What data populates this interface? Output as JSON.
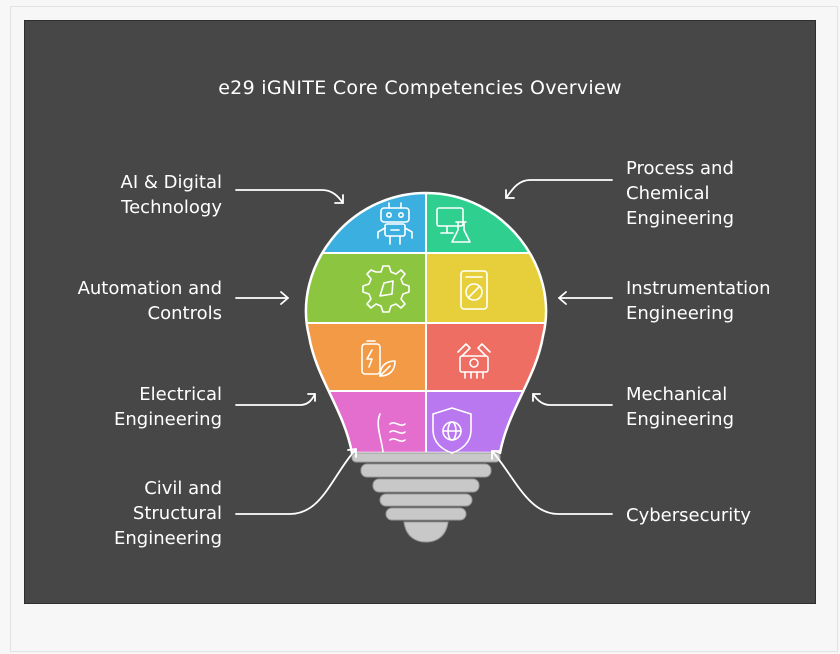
{
  "title": "e29 iGNITE Core Competencies Overview",
  "colors": {
    "background": "#474747",
    "ai_digital": "#3bb0e0",
    "process_chemical": "#2fcf8f",
    "automation": "#8cc641",
    "instrumentation": "#e6cf3a",
    "electrical": "#f29a45",
    "mechanical": "#ef6e63",
    "civil": "#e46ecd",
    "cybersecurity": "#b978f0",
    "bulb_base": "#c8c8c8"
  },
  "competencies": {
    "ai_digital": {
      "label": "AI & Digital\nTechnology",
      "icon": "robot-icon"
    },
    "process_chemical": {
      "label": "Process and\nChemical\nEngineering",
      "icon": "monitor-flask-icon"
    },
    "automation": {
      "label": "Automation and\nControls",
      "icon": "gear-hand-icon"
    },
    "instrumentation": {
      "label": "Instrumentation\nEngineering",
      "icon": "gauge-icon"
    },
    "electrical": {
      "label": "Electrical\nEngineering",
      "icon": "battery-leaf-icon"
    },
    "mechanical": {
      "label": "Mechanical\nEngineering",
      "icon": "engine-icon"
    },
    "civil": {
      "label": "Civil and\nStructural\nEngineering",
      "icon": "bridge-icon"
    },
    "cybersecurity": {
      "label": "Cybersecurity",
      "icon": "shield-globe-icon"
    }
  }
}
